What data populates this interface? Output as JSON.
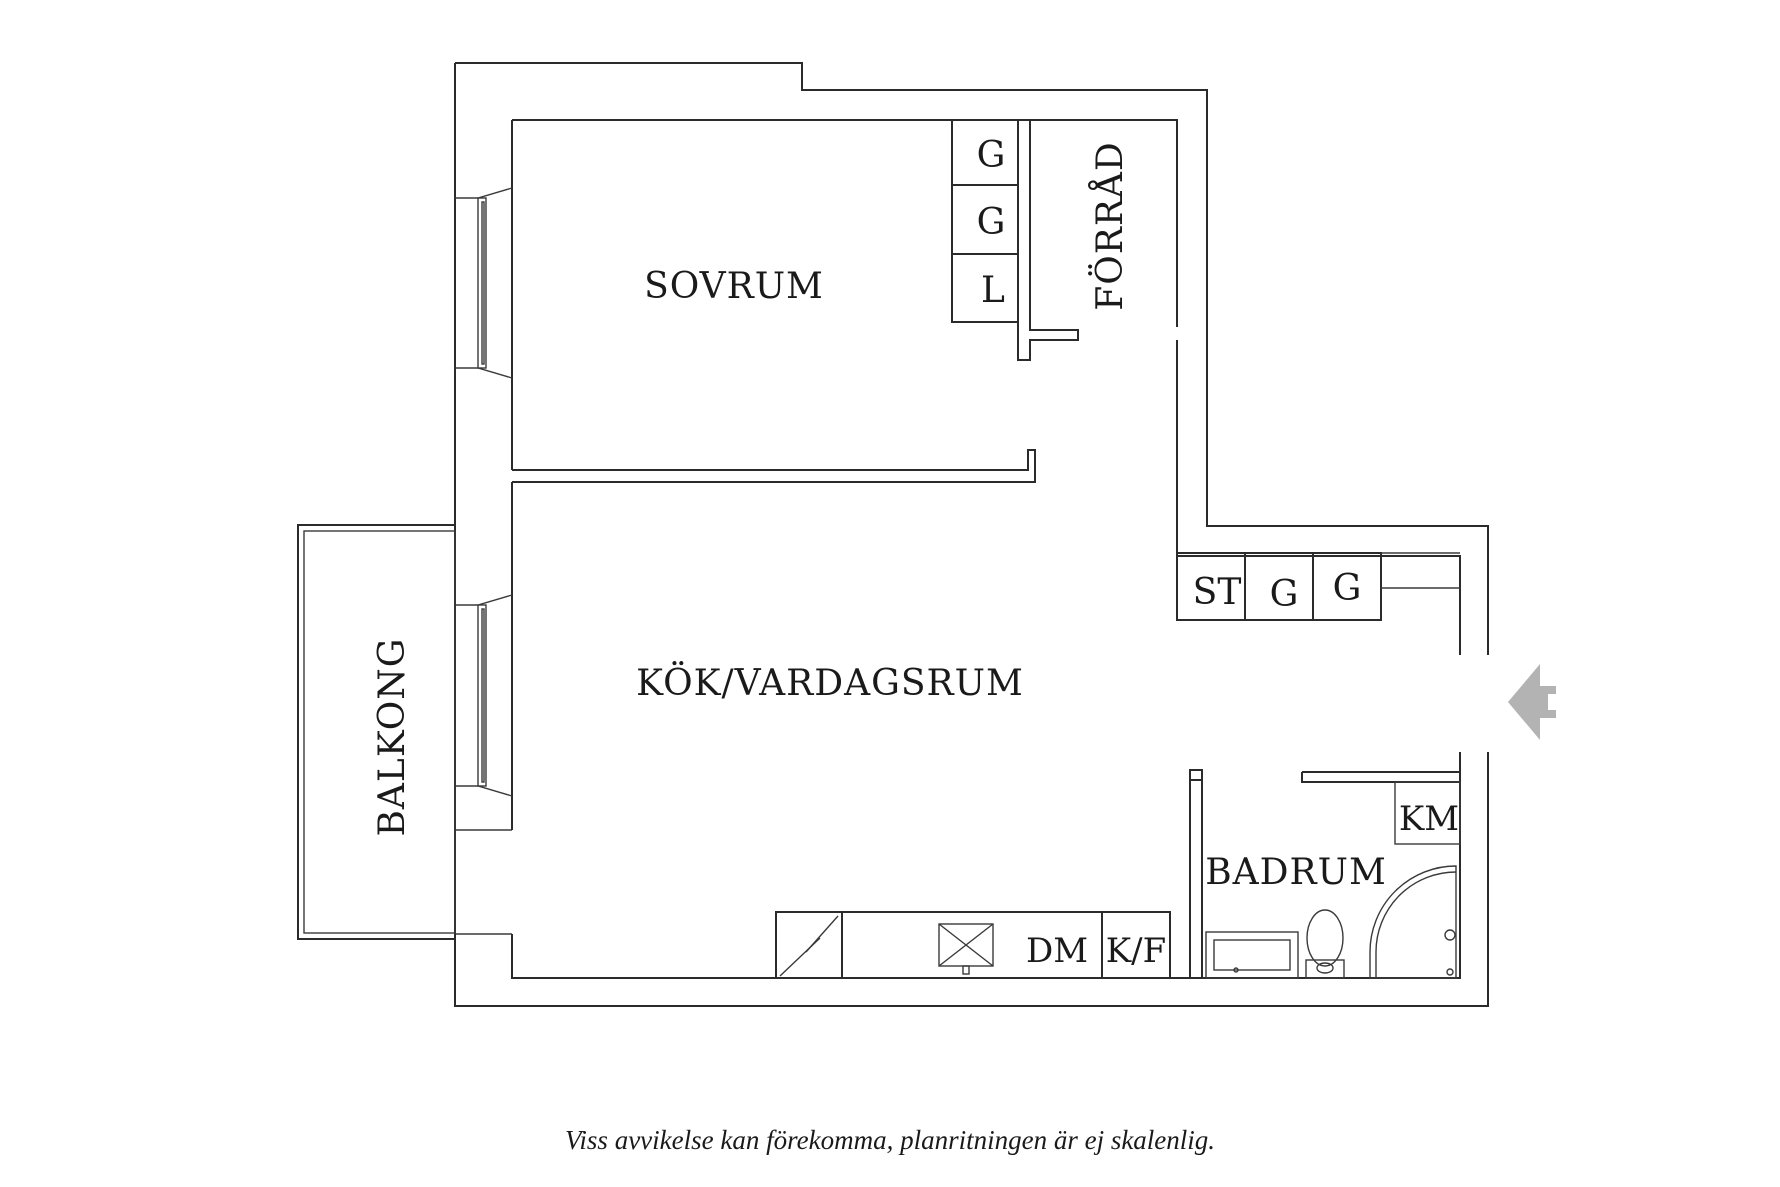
{
  "rooms": {
    "sovrum": "SOVRUM",
    "forrad": "FÖRRÅD",
    "kok_vardagsrum": "KÖK/VARDAGSRUM",
    "balkong": "BALKONG",
    "badrum": "BADRUM"
  },
  "fixtures": {
    "wardrobe_1": "G",
    "wardrobe_2": "G",
    "linen": "L",
    "storage_st": "ST",
    "hall_wardrobe_1": "G",
    "hall_wardrobe_2": "G",
    "washing_machine": "KM",
    "dishwasher": "DM",
    "fridge_freezer": "K/F"
  },
  "disclaimer": "Viss avvikelse kan förekomma, planritningen är ej skalenlig.",
  "colors": {
    "wall": "#2b2b2b",
    "entrance_arrow": "#b3b3b3",
    "background": "#ffffff"
  }
}
